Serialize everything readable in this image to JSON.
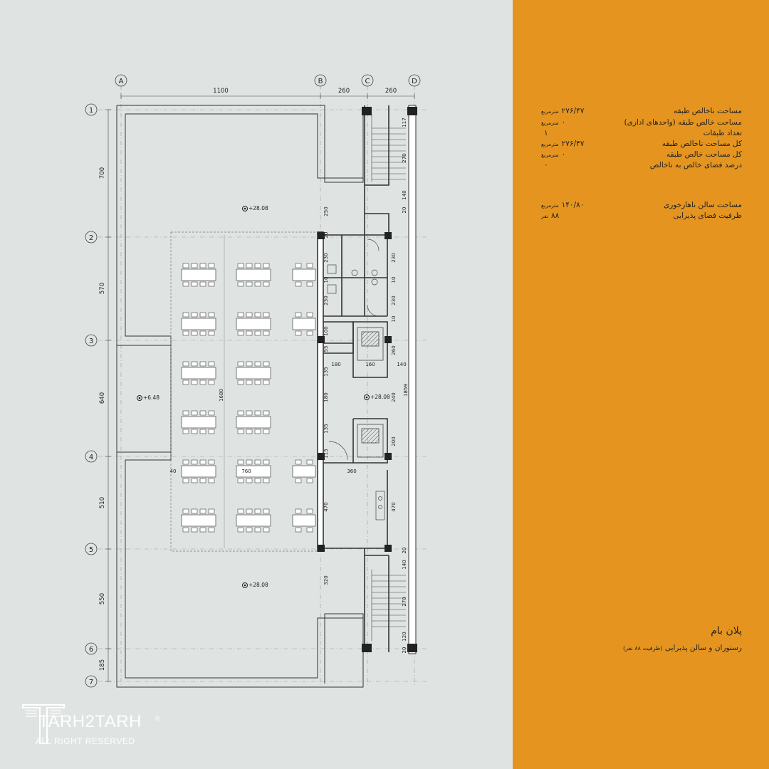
{
  "grid": {
    "columns": [
      "A",
      "B",
      "C",
      "D"
    ],
    "rows": [
      "1",
      "2",
      "3",
      "4",
      "5",
      "6",
      "7"
    ],
    "col_dims": [
      "1100",
      "260",
      "260"
    ],
    "row_dims": [
      "700",
      "570",
      "640",
      "510",
      "550",
      "185"
    ]
  },
  "levels": {
    "top_roof": "+28.08",
    "bottom_roof": "+28.08",
    "left_void": "+6.48",
    "corridor": "+28.08"
  },
  "dims": {
    "d117": "117",
    "d270a": "270",
    "d140a": "140",
    "d20a": "20",
    "d250": "250",
    "d20b": "20",
    "d230a": "230",
    "d10a": "10",
    "d230b": "230",
    "d10b": "10",
    "d230c": "230",
    "d230d": "230",
    "d10c": "10",
    "d100": "100",
    "d55": "55",
    "d260": "260",
    "d135a": "135",
    "d180a": "180",
    "d160": "160",
    "d140b": "140",
    "d180b": "180",
    "d240": "240",
    "d1859": "1859",
    "d135b": "135",
    "d200": "200",
    "d115": "115",
    "d1680": "1680",
    "d40": "40",
    "d760": "760",
    "d360": "360",
    "d470a": "470",
    "d470b": "470",
    "d20c": "20",
    "d140c": "140",
    "d320": "320",
    "d270b": "270",
    "d120": "120",
    "d20d": "20"
  },
  "stats": [
    {
      "label": "مساحت ناخالص طبقه",
      "value": "۲۷۶/۴۷",
      "unit": "مترمربع"
    },
    {
      "label": "مساحت خالص طبقه (واحدهای اداری)",
      "value": "۰",
      "unit": "مترمربع"
    },
    {
      "label": "تعداد طبقات",
      "value": "۱",
      "unit": ""
    },
    {
      "label": "کل مساحت ناخالص طبقه",
      "value": "۲۷۶/۴۷",
      "unit": "مترمربع"
    },
    {
      "label": "کل مساحت خالص طبقه",
      "value": "۰",
      "unit": "مترمربع"
    },
    {
      "label": "درصد فضای خالص به ناخالص",
      "value": "۰",
      "unit": ""
    }
  ],
  "stats2": [
    {
      "label": "مساحت سالن ناهارخوری",
      "value": "۱۴۰/۸۰",
      "unit": "مترمربع"
    },
    {
      "label": "ظرفیت فضای پذیرایی",
      "value": "۸۸",
      "unit": "نفر"
    }
  ],
  "title": "پلان بام",
  "subtitle": "رستوران و سالن پذیرایی",
  "subtitle_note": "(ظرفیت ۸۸ نفر)",
  "logo": {
    "name": "TARH2TARH",
    "tagline": "ALL RIGHT RESERVED",
    "copyright": "©"
  },
  "colors": {
    "panel": "#e5951f",
    "background": "#dfe4e2",
    "line": "#333333",
    "logo": "#ffffff"
  }
}
